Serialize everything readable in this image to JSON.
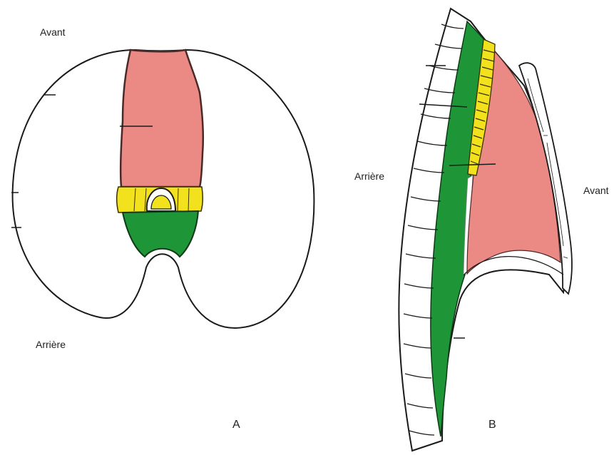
{
  "colors": {
    "mediastin_anterieur": "#EB8A85",
    "mediastin_moyen": "#F2E21E",
    "mediastin_posterieur": "#1E9638",
    "outline": "#1a1a1a",
    "background": "#ffffff"
  },
  "figure_a": {
    "label_top": "Avant",
    "label_bottom": "Arrière",
    "letter": "A"
  },
  "figure_b": {
    "label_left": "Arrière",
    "label_right": "Avant",
    "letter": "B"
  }
}
